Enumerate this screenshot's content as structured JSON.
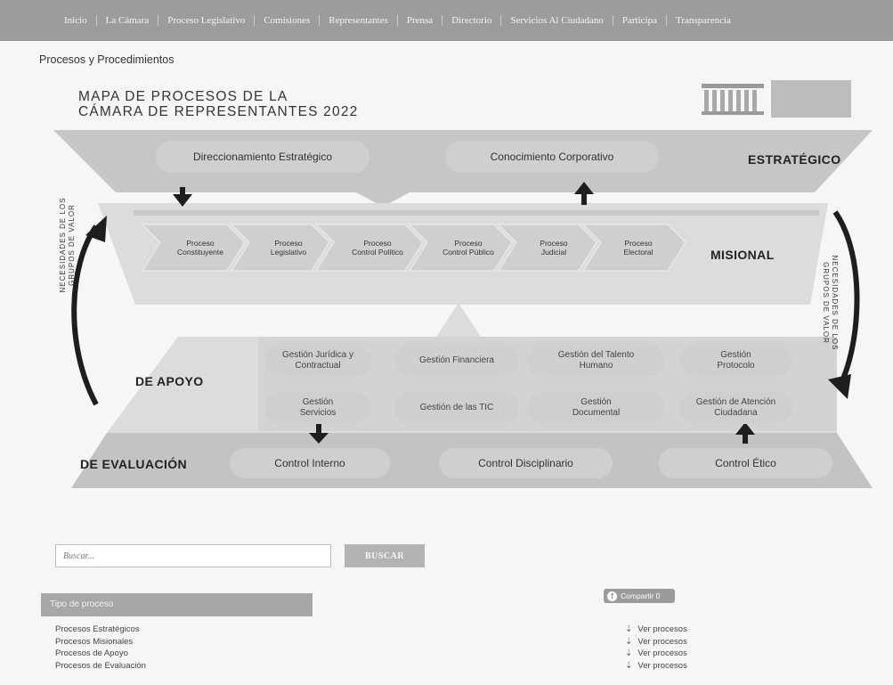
{
  "nav": {
    "items": [
      "Inicio",
      "La Cámara",
      "Proceso Legislativo",
      "Comisiones",
      "Representantes",
      "Prensa",
      "Directorio",
      "Servicios Al Ciudadano",
      "Participa",
      "Transparencia"
    ]
  },
  "breadcrumb": "Procesos y Procedimientos",
  "map": {
    "title_line1": "MAPA DE PROCESOS DE LA",
    "title_line2": "CÁMARA DE REPRESENTANTES 2022",
    "estrategico": {
      "label": "ESTRATÉGICO",
      "items": [
        "Direccionamiento Estratégico",
        "Conocimiento Corporativo"
      ]
    },
    "misional": {
      "label": "MISIONAL",
      "items": [
        {
          "l1": "Proceso",
          "l2": "Constituyente"
        },
        {
          "l1": "Proceso",
          "l2": "Legislativo"
        },
        {
          "l1": "Proceso",
          "l2": "Control Político"
        },
        {
          "l1": "Proceso",
          "l2": "Control Público"
        },
        {
          "l1": "Proceso",
          "l2": "Judicial"
        },
        {
          "l1": "Proceso",
          "l2": "Electoral"
        }
      ]
    },
    "apoyo": {
      "label": "DE APOYO",
      "items": [
        {
          "l1": "Gestión Jurídica y",
          "l2": "Contractual"
        },
        {
          "l1": "Gestión Financiera",
          "l2": ""
        },
        {
          "l1": "Gestión del Talento",
          "l2": "Humano"
        },
        {
          "l1": "Gestión",
          "l2": "Protocolo"
        },
        {
          "l1": "Gestión",
          "l2": "Servicios"
        },
        {
          "l1": "Gestión de las TIC",
          "l2": ""
        },
        {
          "l1": "Gestión",
          "l2": "Documental"
        },
        {
          "l1": "Gestión de Atención",
          "l2": "Ciudadana"
        }
      ]
    },
    "evaluacion": {
      "label": "DE EVALUACIÓN",
      "items": [
        "Control Interno",
        "Control Disciplinario",
        "Control Ético"
      ]
    },
    "left_side": {
      "l1": "NECESIDADES DE LOS",
      "l2": "GRUPOS DE VALOR"
    },
    "right_side": {
      "l1": "NECESIDADES DE LOS",
      "l2": "GRUPOS DE VALOR"
    }
  },
  "search": {
    "placeholder": "Buscar...",
    "button": "BUSCAR"
  },
  "process_type": {
    "header": "Tipo de proceso",
    "items": [
      "Procesos Estratégicos",
      "Procesos Misionales",
      "Procesos de Apoyo",
      "Procesos de Evaluación"
    ]
  },
  "share": {
    "label": "Compartir 0",
    "icon": "facebook-icon"
  },
  "ver_procesos": {
    "label": "Ver procesos",
    "icon": "download-icon"
  },
  "colors": {
    "nav_bg": "#9c9c9c",
    "band_light": "#dedede",
    "band_mid": "#c3c3c3",
    "pill": "#cfcfcf"
  }
}
